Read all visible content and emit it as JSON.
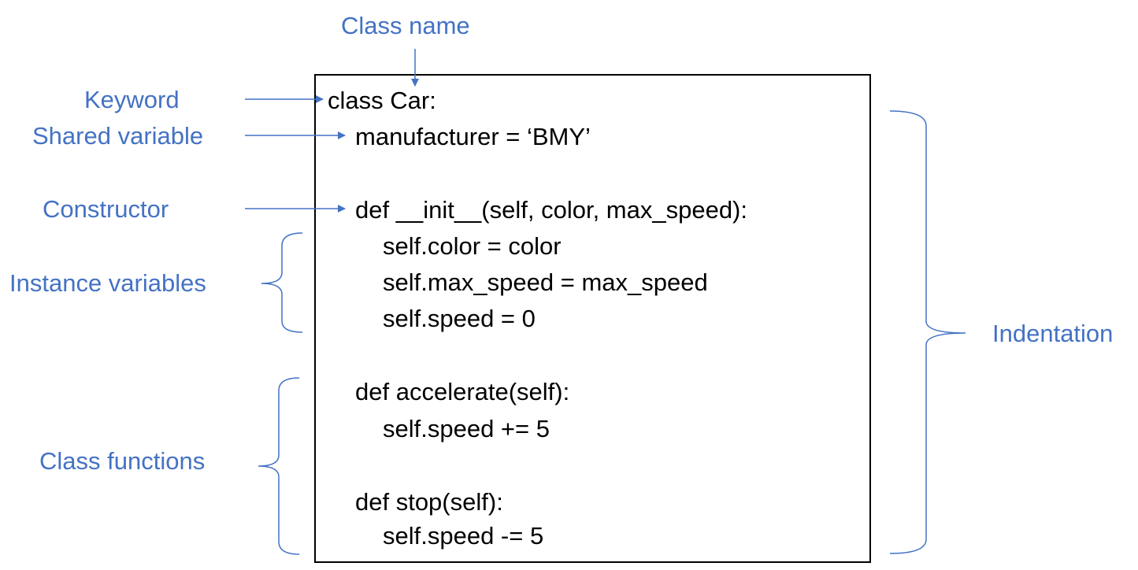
{
  "labels": {
    "class_name": "Class name",
    "keyword": "Keyword",
    "shared_variable": "Shared variable",
    "constructor": "Constructor",
    "instance_variables": "Instance variables",
    "class_functions": "Class functions",
    "indentation": "Indentation"
  },
  "code": {
    "line1": "class Car:",
    "line2": "manufacturer = ‘BMY’",
    "line3": "def __init__(self, color, max_speed):",
    "line4": "self.color = color",
    "line5": "self.max_speed = max_speed",
    "line6": "self.speed = 0",
    "line7": "def accelerate(self):",
    "line8": "self.speed += 5",
    "line9": "def stop(self):",
    "line10": "self.speed -= 5"
  },
  "colors": {
    "annotation": "#4472c4",
    "code_text": "#000000",
    "border": "#000000",
    "background": "#ffffff"
  }
}
